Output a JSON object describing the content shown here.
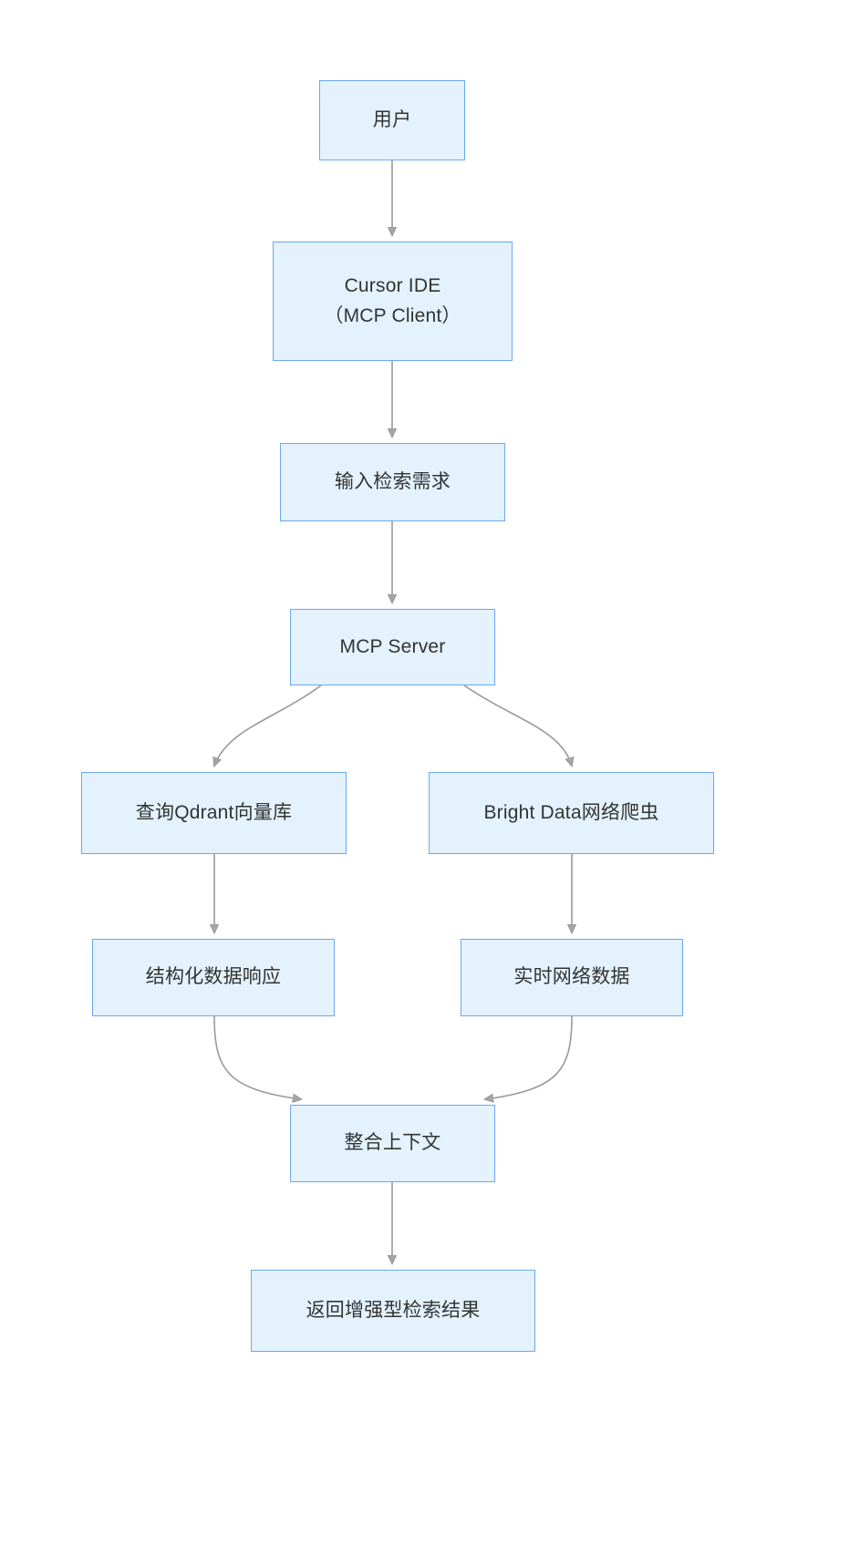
{
  "diagram": {
    "type": "flowchart",
    "direction": "top-down",
    "title": "",
    "style": {
      "node_fill": "#e3f2fd",
      "node_border": "#6ba7f0",
      "node_text": "#333333",
      "edge_color": "#9a9a9a",
      "background": "#ffffff"
    },
    "nodes": [
      {
        "id": "user",
        "label": "用户"
      },
      {
        "id": "cursor",
        "label": "Cursor IDE\n（MCP Client）"
      },
      {
        "id": "input",
        "label": "输入检索需求"
      },
      {
        "id": "server",
        "label": "MCP Server"
      },
      {
        "id": "qdrant",
        "label": "查询Qdrant向量库"
      },
      {
        "id": "bright",
        "label": "Bright Data网络爬虫"
      },
      {
        "id": "struct",
        "label": "结构化数据响应"
      },
      {
        "id": "realtime",
        "label": "实时网络数据"
      },
      {
        "id": "context",
        "label": "整合上下文"
      },
      {
        "id": "result",
        "label": "返回增强型检索结果"
      }
    ],
    "edges": [
      {
        "from": "user",
        "to": "cursor",
        "label": ""
      },
      {
        "from": "cursor",
        "to": "input",
        "label": ""
      },
      {
        "from": "input",
        "to": "server",
        "label": ""
      },
      {
        "from": "server",
        "to": "qdrant",
        "label": ""
      },
      {
        "from": "server",
        "to": "bright",
        "label": ""
      },
      {
        "from": "qdrant",
        "to": "struct",
        "label": ""
      },
      {
        "from": "bright",
        "to": "realtime",
        "label": ""
      },
      {
        "from": "struct",
        "to": "context",
        "label": ""
      },
      {
        "from": "realtime",
        "to": "context",
        "label": ""
      },
      {
        "from": "context",
        "to": "result",
        "label": ""
      }
    ]
  }
}
